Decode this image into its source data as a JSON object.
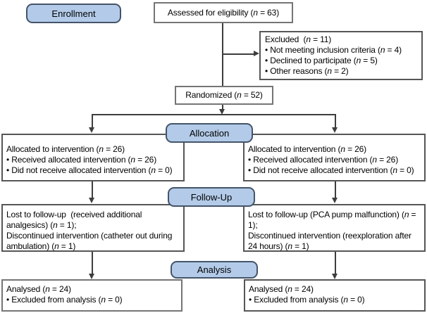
{
  "colors": {
    "badge_fill": "#b3cbe8",
    "badge_border": "#44546a",
    "box_border": "#565656",
    "box_border_light": "#757575",
    "line": "#3d3d3d",
    "text": "#000000",
    "background": "#ffffff"
  },
  "badges": {
    "enrollment": "Enrollment",
    "allocation": "Allocation",
    "followup": "Follow-Up",
    "analysis": "Analysis"
  },
  "boxes": {
    "assessed": {
      "lines": [
        "Assessed for eligibility (n = 63)"
      ]
    },
    "excluded": {
      "lines": [
        "Excluded  (n = 11)",
        "• Not meeting inclusion criteria (n = 4)",
        "• Declined to participate (n = 5)",
        "• Other reasons (n = 2)"
      ]
    },
    "randomized": {
      "lines": [
        "Randomized (n = 52)"
      ]
    },
    "allocation_left": {
      "lines": [
        "Allocated to intervention (n = 26)",
        "• Received allocated intervention (n = 26)",
        "• Did not receive allocated intervention (n = 0)"
      ]
    },
    "allocation_right": {
      "lines": [
        "Allocated to intervention (n = 26)",
        "• Received allocated intervention (n = 26)",
        "• Did not receive allocated intervention (n = 0)"
      ]
    },
    "followup_left": {
      "lines": [
        "Lost to follow-up  (received additional analgesics) (n = 1);",
        "Discontinued intervention (catheter out during ambulation) (n = 1)"
      ]
    },
    "followup_right": {
      "lines": [
        "Lost to follow-up (PCA pump malfunction) (n = 1);",
        "Discontinued intervention (reexploration after 24 hours) (n = 1)"
      ]
    },
    "analysis_left": {
      "lines": [
        "Analysed (n = 24)",
        "• Excluded from analysis (n = 0)"
      ]
    },
    "analysis_right": {
      "lines": [
        "Analysed (n = 24)",
        "• Excluded from analysis (n = 0)"
      ]
    }
  }
}
